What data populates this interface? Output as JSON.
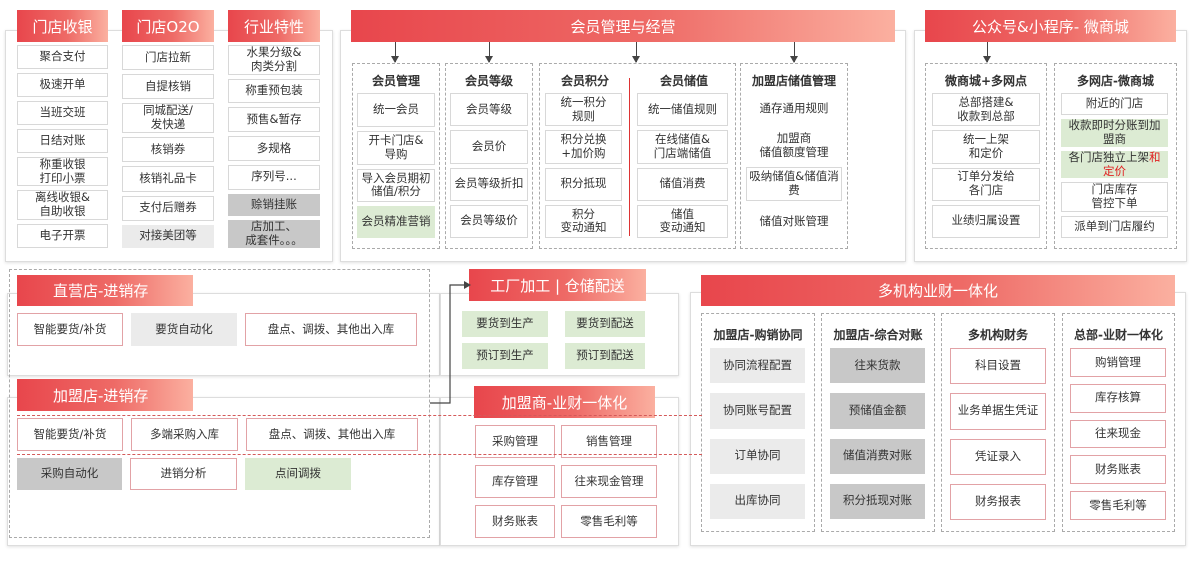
{
  "store_cashier": {
    "title": "门店收银",
    "items": [
      {
        "text": "聚合支付",
        "kind": "plain"
      },
      {
        "text": "极速开单",
        "kind": "plain"
      },
      {
        "text": "当班交班",
        "kind": "plain"
      },
      {
        "text": "日结对账",
        "kind": "plain"
      },
      {
        "text": "称重收银\n打印小票",
        "kind": "plain"
      },
      {
        "text": "离线收银&\n自助收银",
        "kind": "plain"
      },
      {
        "text": "电子开票",
        "kind": "plain"
      }
    ]
  },
  "store_o2o": {
    "title": "门店O2O",
    "items": [
      {
        "text": "门店拉新",
        "kind": "plain"
      },
      {
        "text": "自提核销",
        "kind": "plain"
      },
      {
        "text": "同城配送/\n发快递",
        "kind": "plain"
      },
      {
        "text": "核销券",
        "kind": "plain"
      },
      {
        "text": "核销礼品卡",
        "kind": "plain"
      },
      {
        "text": "支付后赠券",
        "kind": "plain"
      },
      {
        "text": "对接美团等",
        "kind": "lgray"
      }
    ]
  },
  "industry": {
    "title": "行业特性",
    "items": [
      {
        "text": "水果分级&\n肉类分割",
        "kind": "plain"
      },
      {
        "text": "称重预包装",
        "kind": "plain"
      },
      {
        "text": "预售&暂存",
        "kind": "plain"
      },
      {
        "text": "多规格",
        "kind": "plain"
      },
      {
        "text": "序列号...",
        "kind": "plain"
      },
      {
        "text": "赊销挂账",
        "kind": "dgray"
      },
      {
        "text": "店加工、\n成套件。。。",
        "kind": "dgray"
      }
    ]
  },
  "member": {
    "title": "会员管理与经营",
    "management": {
      "title": "会员管理",
      "items": [
        {
          "text": "统一会员",
          "kind": "plain"
        },
        {
          "text": "开卡门店&\n导购",
          "kind": "plain"
        },
        {
          "text": "导入会员期初\n储值/积分",
          "kind": "plain"
        },
        {
          "text": "会员精准营销",
          "kind": "green"
        }
      ]
    },
    "level": {
      "title": "会员等级",
      "items": [
        {
          "text": "会员等级",
          "kind": "plain"
        },
        {
          "text": "会员价",
          "kind": "plain"
        },
        {
          "text": "会员等级折扣",
          "kind": "plain"
        },
        {
          "text": "会员等级价",
          "kind": "plain"
        }
      ]
    },
    "points": {
      "title": "会员积分",
      "items": [
        {
          "text": "统一积分\n规则",
          "kind": "plain"
        },
        {
          "text": "积分兑换\n+加价购",
          "kind": "plain"
        },
        {
          "text": "积分抵现",
          "kind": "plain"
        },
        {
          "text": "积分\n变动通知",
          "kind": "plain"
        }
      ]
    },
    "stored_value": {
      "title": "会员储值",
      "items": [
        {
          "text": "统一储值规则",
          "kind": "plain"
        },
        {
          "text": "在线储值&\n门店端储值",
          "kind": "plain"
        },
        {
          "text": "储值消费",
          "kind": "plain"
        },
        {
          "text": "储值\n变动通知",
          "kind": "plain"
        }
      ]
    },
    "franchise_sv": {
      "title": "加盟店储值管理",
      "items": [
        {
          "text": "通存通用规则",
          "kind": "none"
        },
        {
          "text": "加盟商\n储值额度管理",
          "kind": "none"
        },
        {
          "text": "吸纳储值&储值消\n费",
          "kind": "plain"
        },
        {
          "text": "储值对账管理",
          "kind": "none"
        }
      ]
    }
  },
  "wechat": {
    "title": "公众号&小程序- 微商城",
    "multi_point": {
      "title": "微商城+多网点",
      "items": [
        {
          "text": "总部搭建&\n收款到总部",
          "kind": "plain"
        },
        {
          "text": "统一上架\n和定价",
          "kind": "plain"
        },
        {
          "text": "订单分发给\n各门店",
          "kind": "plain"
        },
        {
          "text": "业绩归属设置",
          "kind": "plain"
        }
      ]
    },
    "multi_store": {
      "title": "多网店-微商城",
      "items": [
        {
          "text": "附近的门店",
          "kind": "plain"
        },
        {
          "text": "收款即时分账到加\n盟商",
          "kind": "green"
        },
        {
          "text": "各门店独立上架",
          "highlight": "和定价",
          "kind": "green"
        },
        {
          "text": "门店库存\n管控下单",
          "kind": "plain"
        },
        {
          "text": "派单到门店履约",
          "kind": "plain"
        }
      ]
    }
  },
  "direct_store": {
    "title": "直营店-进销存",
    "items": [
      {
        "text": "智能要货/补货",
        "kind": "red"
      },
      {
        "text": "要货自动化",
        "kind": "lgray"
      },
      {
        "text": "盘点、调拨、其他出入库",
        "kind": "red"
      }
    ]
  },
  "franchise_store": {
    "title": "加盟店-进销存",
    "row1": [
      {
        "text": "智能要货/补货",
        "kind": "red"
      },
      {
        "text": "多端采购入库",
        "kind": "red"
      },
      {
        "text": "盘点、调拨、其他出入库",
        "kind": "red"
      }
    ],
    "row2": [
      {
        "text": "采购自动化",
        "kind": "dgray"
      },
      {
        "text": "进销分析",
        "kind": "red"
      },
      {
        "text": "点间调拨",
        "kind": "green"
      }
    ]
  },
  "factory": {
    "title": "工厂加工 | 仓储配送",
    "items": [
      {
        "text": "要货到生产",
        "kind": "green"
      },
      {
        "text": "要货到配送",
        "kind": "green"
      },
      {
        "text": "预订到生产",
        "kind": "green"
      },
      {
        "text": "预订到配送",
        "kind": "green"
      }
    ]
  },
  "franchisee": {
    "title": "加盟商-业财一体化",
    "items": [
      {
        "text": "采购管理",
        "kind": "red"
      },
      {
        "text": "销售管理",
        "kind": "red"
      },
      {
        "text": "库存管理",
        "kind": "red"
      },
      {
        "text": "往来现金管理",
        "kind": "red"
      },
      {
        "text": "财务账表",
        "kind": "red"
      },
      {
        "text": "零售毛利等",
        "kind": "red"
      }
    ]
  },
  "multi_org": {
    "title": "多机构业财一体化",
    "purchase_sales": {
      "title": "加盟店-购销协同",
      "items": [
        {
          "text": "协同流程配置",
          "kind": "lgray"
        },
        {
          "text": "协同账号配置",
          "kind": "lgray"
        },
        {
          "text": "订单协同",
          "kind": "lgray"
        },
        {
          "text": "出库协同",
          "kind": "lgray"
        }
      ]
    },
    "reconcile": {
      "title": "加盟店-综合对账",
      "items": [
        {
          "text": "往来货款",
          "kind": "dgray"
        },
        {
          "text": "预储值金额",
          "kind": "dgray"
        },
        {
          "text": "储值消费对账",
          "kind": "dgray"
        },
        {
          "text": "积分抵现对账",
          "kind": "dgray"
        }
      ]
    },
    "finance": {
      "title": "多机构财务",
      "items": [
        {
          "text": "科目设置",
          "kind": "red"
        },
        {
          "text": "业务单据生凭证",
          "kind": "red"
        },
        {
          "text": "凭证录入",
          "kind": "red"
        },
        {
          "text": "财务报表",
          "kind": "red"
        }
      ]
    },
    "hq": {
      "title": "总部-业财一体化",
      "items": [
        {
          "text": "购销管理",
          "kind": "red"
        },
        {
          "text": "库存核算",
          "kind": "red"
        },
        {
          "text": "往来现金",
          "kind": "red"
        },
        {
          "text": "财务账表",
          "kind": "red"
        },
        {
          "text": "零售毛利等",
          "kind": "red"
        }
      ]
    }
  }
}
